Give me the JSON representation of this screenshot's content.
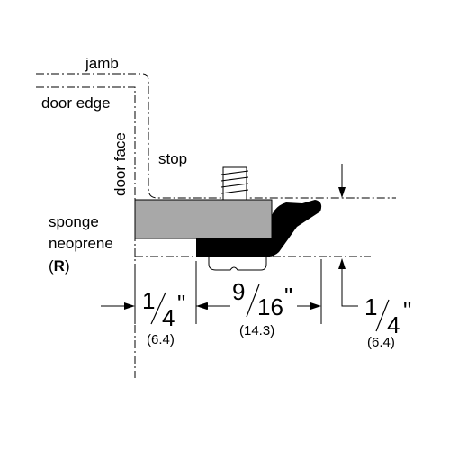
{
  "labels": {
    "jamb": "jamb",
    "door_edge": "door edge",
    "door_face": "door face",
    "stop": "stop",
    "sponge": "sponge",
    "neoprene": "neoprene",
    "registered_mark": "R"
  },
  "dimensions": {
    "left": {
      "numerator": "1",
      "denominator": "4",
      "inch_mark": "\"",
      "metric": "(6.4)"
    },
    "middle": {
      "numerator": "9",
      "denominator": "16",
      "inch_mark": "\"",
      "metric": "(14.3)"
    },
    "right": {
      "numerator": "1",
      "denominator": "4",
      "inch_mark": "\"",
      "metric": "(6.4)"
    }
  },
  "colors": {
    "sponge_fill": "#a8a8a8",
    "neoprene_fill": "#000000",
    "line": "#000000",
    "background": "#ffffff"
  }
}
